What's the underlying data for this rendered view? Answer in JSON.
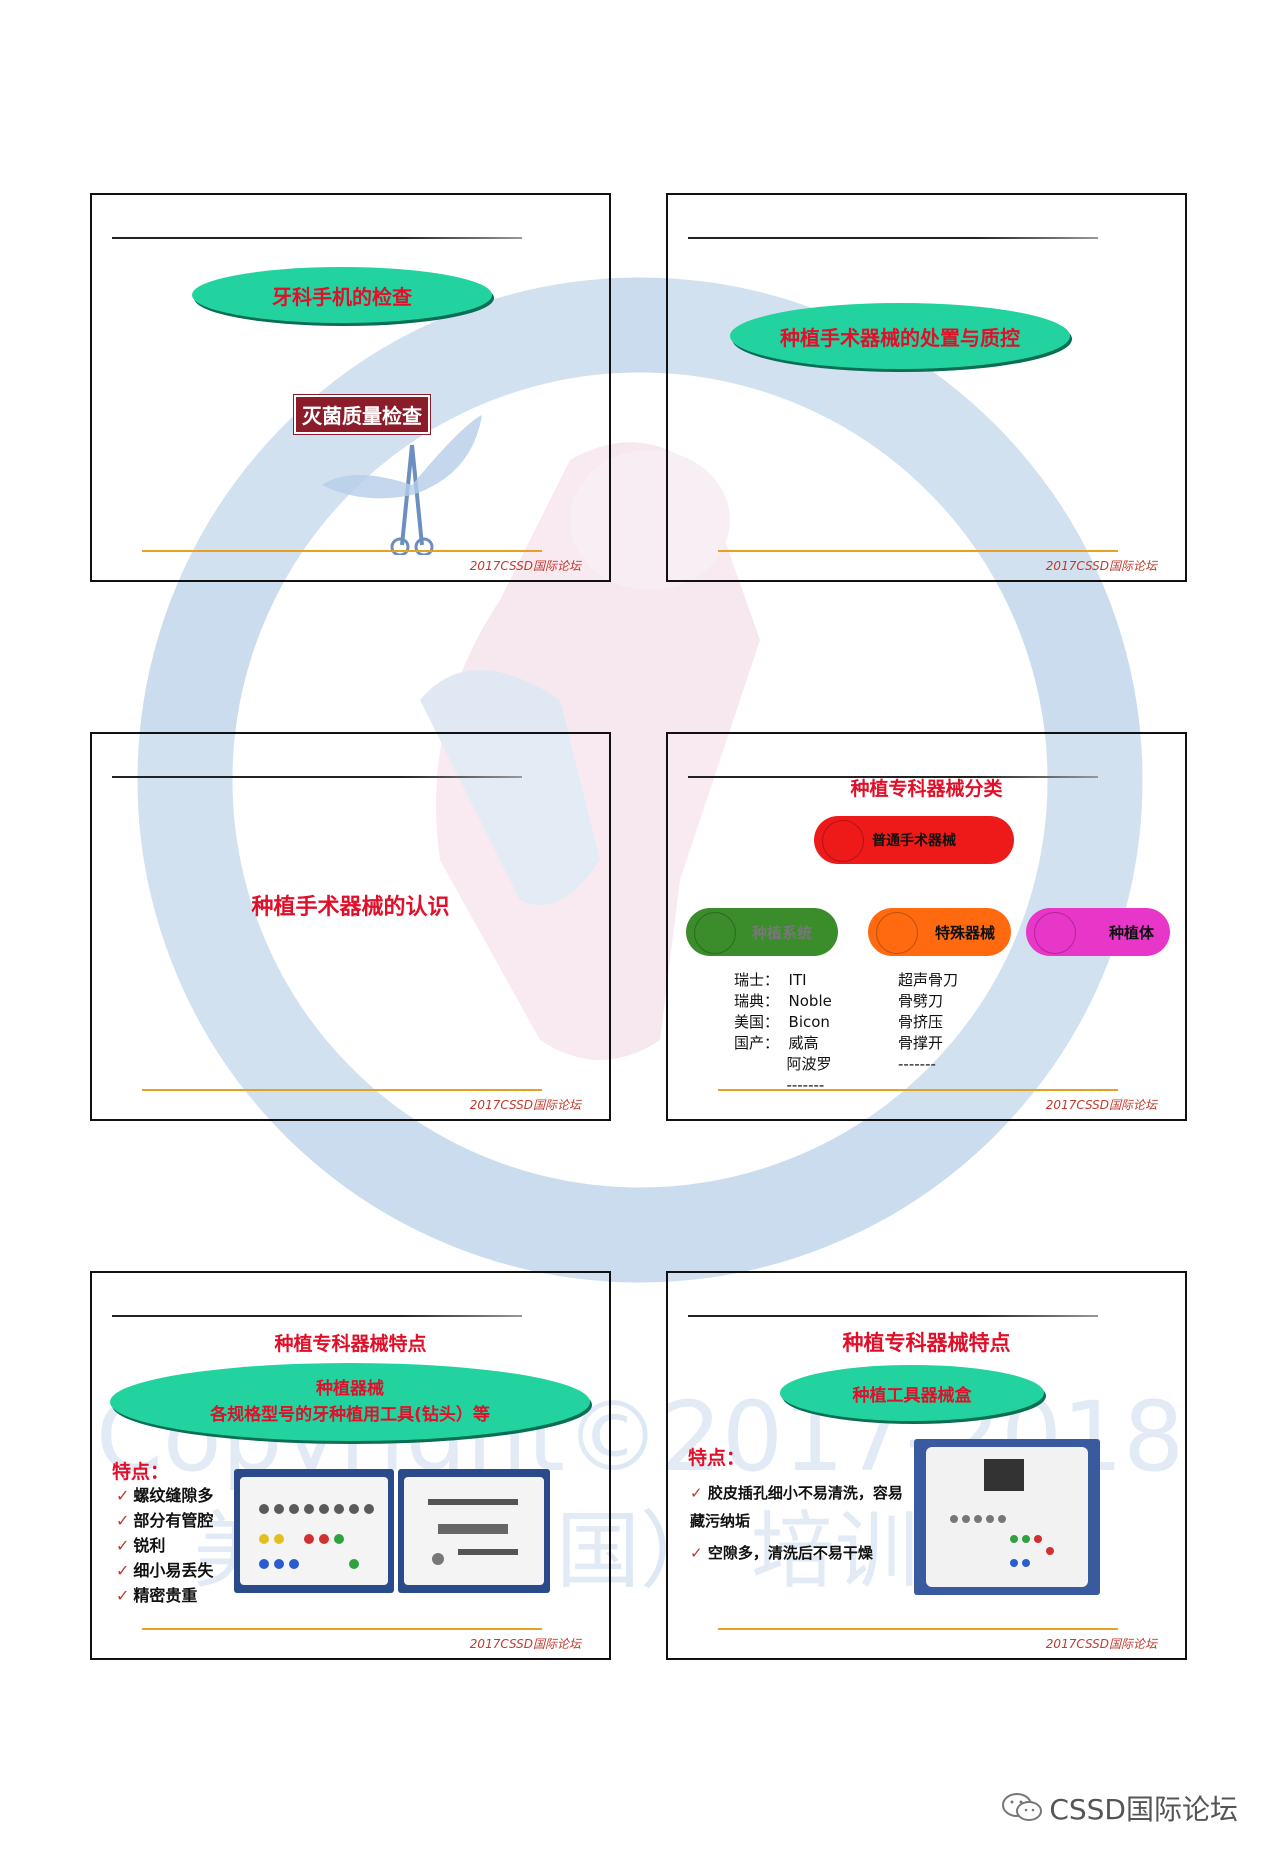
{
  "slides": [
    {
      "title_oval": "牙科手机的检查",
      "box_label": "灭菌质量检查",
      "footer": "2017CSSD国际论坛"
    },
    {
      "title_oval": "种植手术器械的处置与质控",
      "footer": "2017CSSD国际论坛"
    },
    {
      "title": "种植手术器械的认识",
      "footer": "2017CSSD国际论坛"
    },
    {
      "title": "种植专科器械分类",
      "top_pill": "普通手术器械",
      "pills": [
        "种植系统",
        "特殊器械",
        "种植体"
      ],
      "systems_text": "瑞士：  ITI\n瑞典：  Noble\n美国：  Bicon\n国产：  威高\n           阿波罗\n           -------",
      "special_text": "超声骨刀\n骨劈刀\n骨挤压\n骨撑开\n-------",
      "footer": "2017CSSD国际论坛"
    },
    {
      "title": "种植专科器械特点",
      "oval_line1": "种植器械",
      "oval_line2": "各规格型号的牙种植用工具(钻头）等",
      "features_title": "特点：",
      "features": [
        "螺纹缝隙多",
        "部分有管腔",
        "锐利",
        "细小易丢失",
        "精密贵重"
      ],
      "footer": "2017CSSD国际论坛"
    },
    {
      "title": "种植专科器械特点",
      "oval": "种植工具器械盒",
      "features_title": "特点：",
      "features": [
        "胶皮插孔细小不易清洗，容易藏污纳垢",
        "空隙多，清洗后不易干燥"
      ],
      "footer": "2017CSSD国际论坛"
    }
  ],
  "brand": "CSSD国际论坛",
  "colors": {
    "accent_red": "#e0102a",
    "oval_green": "#22d3a0",
    "watermark_blue": "#b9d3ea"
  }
}
